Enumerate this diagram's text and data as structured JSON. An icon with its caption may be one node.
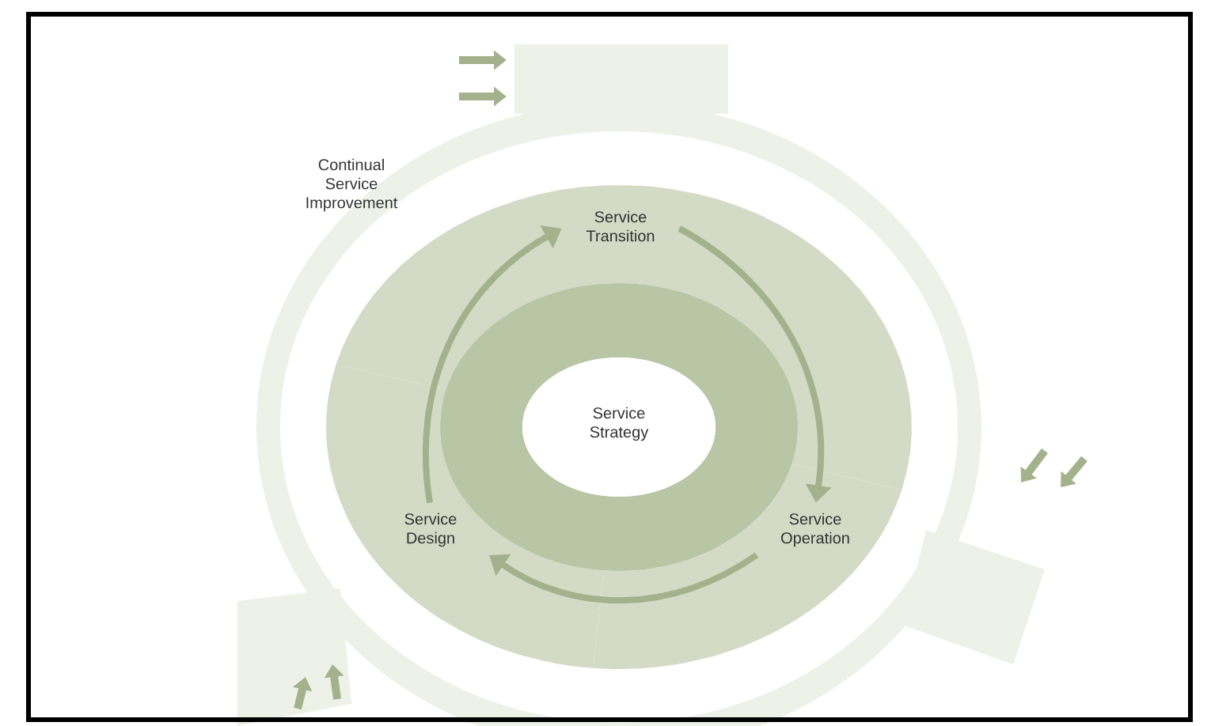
{
  "diagram": {
    "nodes": [
      {
        "text": [
          "Continual Service Improvement"
        ]
      },
      {
        "text": [
          "Service Transition"
        ],
        "in": 0
      },
      {
        "text": [
          "Service Operation"
        ],
        "in": 0
      },
      {
        "text": [
          "Service Design"
        ],
        "in": 0
      },
      {
        "text": [
          "Service Strategy"
        ],
        "in": 0
      }
    ],
    "edges": [
      {
        "from": 1,
        "to": 2,
        "arrow": "to"
      },
      {
        "from": 2,
        "to": 3,
        "arrow": "to"
      },
      {
        "from": 3,
        "to": 1,
        "arrow": "to"
      }
    ]
  }
}
